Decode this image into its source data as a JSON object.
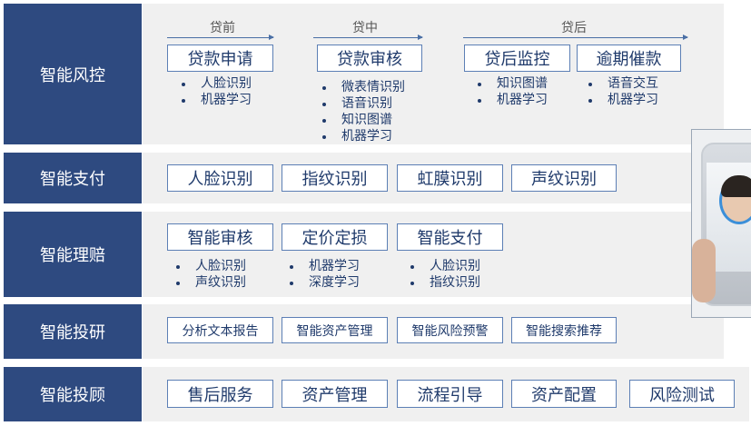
{
  "rows": {
    "risk": {
      "label": "智能风控",
      "stages": [
        "贷前",
        "贷中",
        "贷后"
      ],
      "boxes": [
        "贷款申请",
        "贷款审核",
        "贷后监控",
        "逾期催款"
      ],
      "lists": [
        [
          "人脸识别",
          "机器学习"
        ],
        [
          "微表情识别",
          "语音识别",
          "知识图谱",
          "机器学习"
        ],
        [
          "知识图谱",
          "机器学习"
        ],
        [
          "语音交互",
          "机器学习"
        ]
      ]
    },
    "payment": {
      "label": "智能支付",
      "boxes": [
        "人脸识别",
        "指纹识别",
        "虹膜识别",
        "声纹识别"
      ]
    },
    "claims": {
      "label": "智能理赔",
      "boxes": [
        "智能审核",
        "定价定损",
        "智能支付"
      ],
      "lists": [
        [
          "人脸识别",
          "声纹识别"
        ],
        [
          "机器学习",
          "深度学习"
        ],
        [
          "人脸识别",
          "指纹识别"
        ]
      ]
    },
    "research": {
      "label": "智能投研",
      "boxes": [
        "分析文本报告",
        "智能资产管理",
        "智能风险预警",
        "智能搜索推荐"
      ]
    },
    "advisory": {
      "label": "智能投顾",
      "boxes": [
        "售后服务",
        "资产管理",
        "流程引导",
        "资产配置",
        "风险测试"
      ]
    }
  },
  "colors": {
    "label_bg": "#2E4A80",
    "panel_bg": "#F0F0F0",
    "box_border": "#5C7FB5",
    "text": "#1F3A6B"
  },
  "icons": [
    "face-recognition-phone-photo"
  ]
}
